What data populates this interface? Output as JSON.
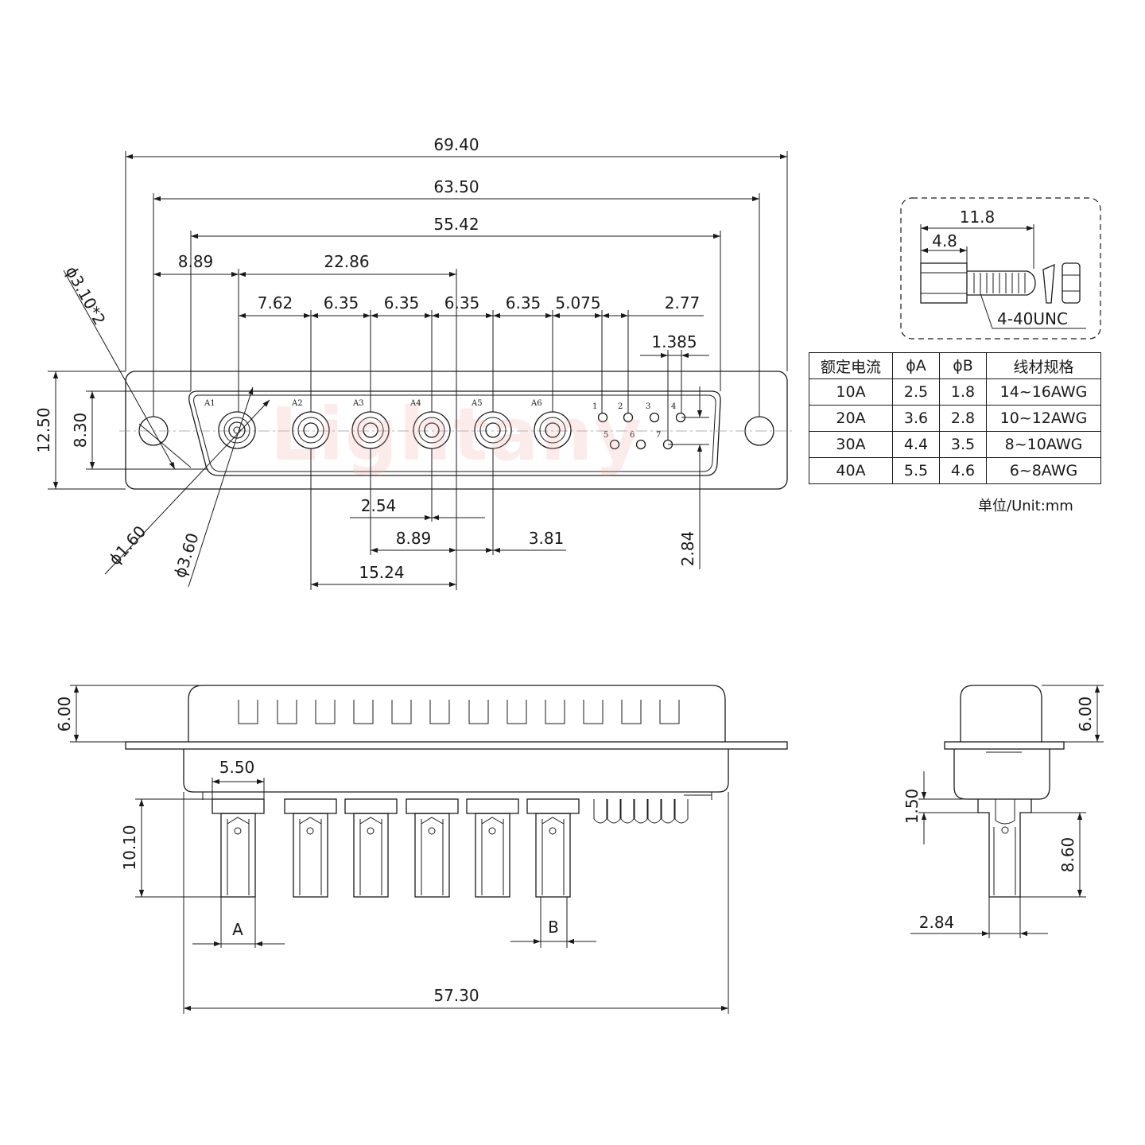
{
  "watermark": "Lightany",
  "top_view": {
    "dims": {
      "overall": "69.40",
      "mount_pitch": "63.50",
      "shell": "55.42",
      "a1_offset": "8.89",
      "a1_a4": "22.86",
      "a1_a2": "7.62",
      "a2_a3": "6.35",
      "a3_a4": "6.35",
      "a4_a5": "6.35",
      "a5_a6": "6.35",
      "a6_p1": "5.075",
      "signal_pitch": "2.77",
      "signal_half": "1.385",
      "mount_hole": "ϕ3.10*2",
      "height": "12.50",
      "shell_height": "8.30",
      "pin_hole": "ϕ1.60",
      "insert_dia": "ϕ3.60",
      "d_254": "2.54",
      "d_889": "8.89",
      "d_381": "3.81",
      "d_1524": "15.24",
      "row_offset": "2.84"
    },
    "contacts": [
      "A1",
      "A2",
      "A3",
      "A4",
      "A5",
      "A6"
    ],
    "signal_pins": [
      "1",
      "2",
      "3",
      "4",
      "5",
      "6",
      "7"
    ]
  },
  "screw_detail": {
    "total": "11.8",
    "head": "4.8",
    "thread": "4-40UNC"
  },
  "front_view": {
    "height": "6.00",
    "contact_width": "5.50",
    "length": "10.10",
    "label_a": "A",
    "label_b": "B",
    "width": "57.30"
  },
  "side_view": {
    "height": "6.00",
    "collar": "1.50",
    "pin_length": "8.60",
    "pin_dia": "2.84"
  },
  "spec_table": {
    "headers": [
      "额定电流",
      "ϕA",
      "ϕB",
      "线材规格"
    ],
    "rows": [
      [
        "10A",
        "2.5",
        "1.8",
        "14~16AWG"
      ],
      [
        "20A",
        "3.6",
        "2.8",
        "10~12AWG"
      ],
      [
        "30A",
        "4.4",
        "3.5",
        "8~10AWG"
      ],
      [
        "40A",
        "5.5",
        "4.6",
        "6~8AWG"
      ]
    ],
    "unit": "单位/Unit:mm"
  }
}
